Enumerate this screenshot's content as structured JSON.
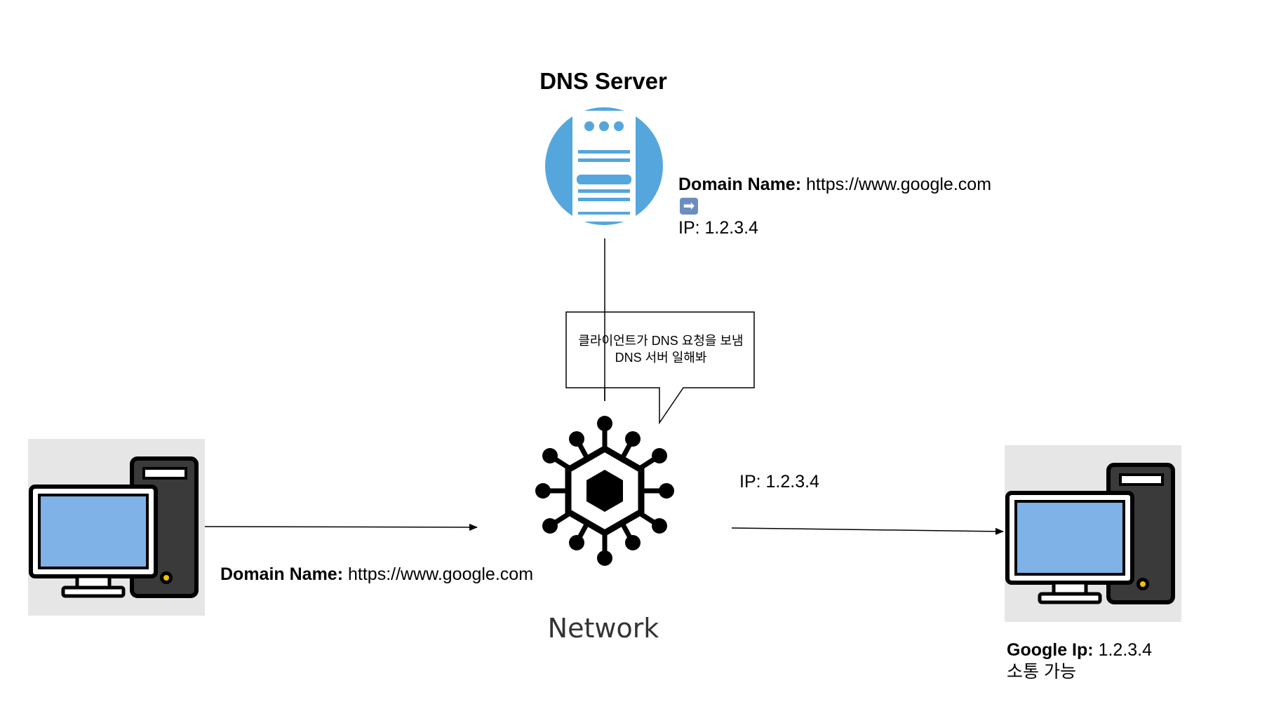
{
  "dns_server": {
    "title": "DNS Server",
    "icon": "server-icon",
    "circle_color": "#55a6dd",
    "mapping": {
      "domain_label": "Domain Name:",
      "domain_value": "https://www.google.com",
      "arrow_icon": "right-arrow-icon",
      "arrow_glyph": "➡",
      "ip_line": "IP: 1.2.3.4"
    }
  },
  "callout": {
    "line1": "클라이언트가 DNS 요청을 보냄",
    "line2": "DNS 서버 일해봐"
  },
  "network": {
    "icon": "network-hub-icon",
    "label": "Network"
  },
  "client": {
    "icon": "desktop-computer-icon",
    "request_label": "Domain Name:",
    "request_value": "https://www.google.com"
  },
  "response_edge": {
    "label": "IP: 1.2.3.4"
  },
  "google_server": {
    "icon": "desktop-computer-icon",
    "label": "Google Ip:",
    "value": "1.2.3.4",
    "status": "소통 가능"
  },
  "colors": {
    "screen": "#7fb2e6",
    "tower": "#3a3a3a",
    "pc_background": "#e6e6e6",
    "server_blue": "#55a6dd"
  }
}
